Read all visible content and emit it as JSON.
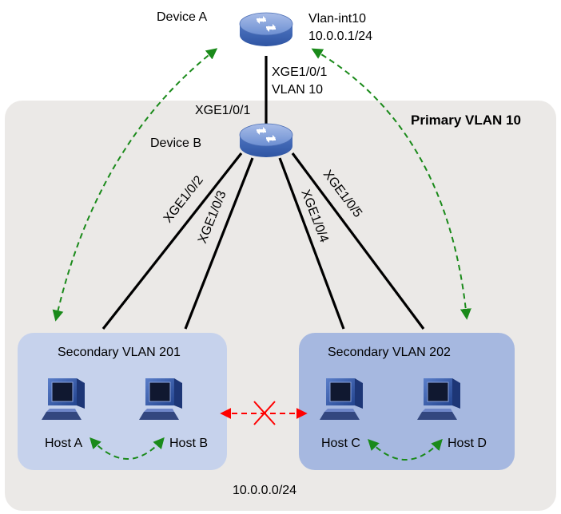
{
  "devices": {
    "a": {
      "name": "Device A",
      "vlan_int": "Vlan-int10",
      "ip": "10.0.0.1/24"
    },
    "b": {
      "name": "Device B"
    }
  },
  "uplink": {
    "port_a": "XGE1/0/1",
    "vlan": "VLAN 10",
    "port_b": "XGE1/0/1"
  },
  "primary_vlan": {
    "label": "Primary VLAN 10"
  },
  "ports": {
    "p2": "XGE1/0/2",
    "p3": "XGE1/0/3",
    "p4": "XGE1/0/4",
    "p5": "XGE1/0/5"
  },
  "secondary_vlans": [
    {
      "label": "Secondary VLAN 201",
      "hosts": [
        "Host A",
        "Host B"
      ]
    },
    {
      "label": "Secondary VLAN 202",
      "hosts": [
        "Host C",
        "Host D"
      ]
    }
  ],
  "subnet": "10.0.0.0/24",
  "colors": {
    "primary_area": "#ebe9e7",
    "secondary_201": "#c6d2ec",
    "secondary_202": "#a6b8e0",
    "link": "#000000",
    "isolated_arrow": "#ff0000",
    "comm_arrow": "#1a8a1a"
  }
}
